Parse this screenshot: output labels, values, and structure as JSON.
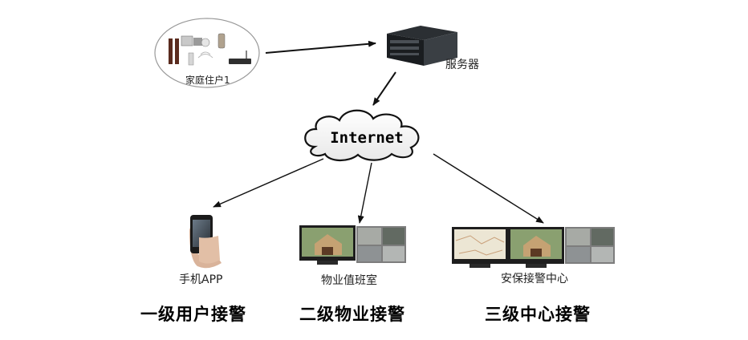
{
  "nodes": {
    "home": {
      "label": "家庭住户1"
    },
    "server": {
      "label": "服务器"
    },
    "internet": {
      "label": "Internet"
    },
    "phone": {
      "label": "手机APP"
    },
    "property": {
      "label": "物业值班室"
    },
    "security": {
      "label": "安保接警中心"
    }
  },
  "levels": {
    "level1": "一级用户接警",
    "level2": "二级物业接警",
    "level3": "三级中心接警"
  }
}
